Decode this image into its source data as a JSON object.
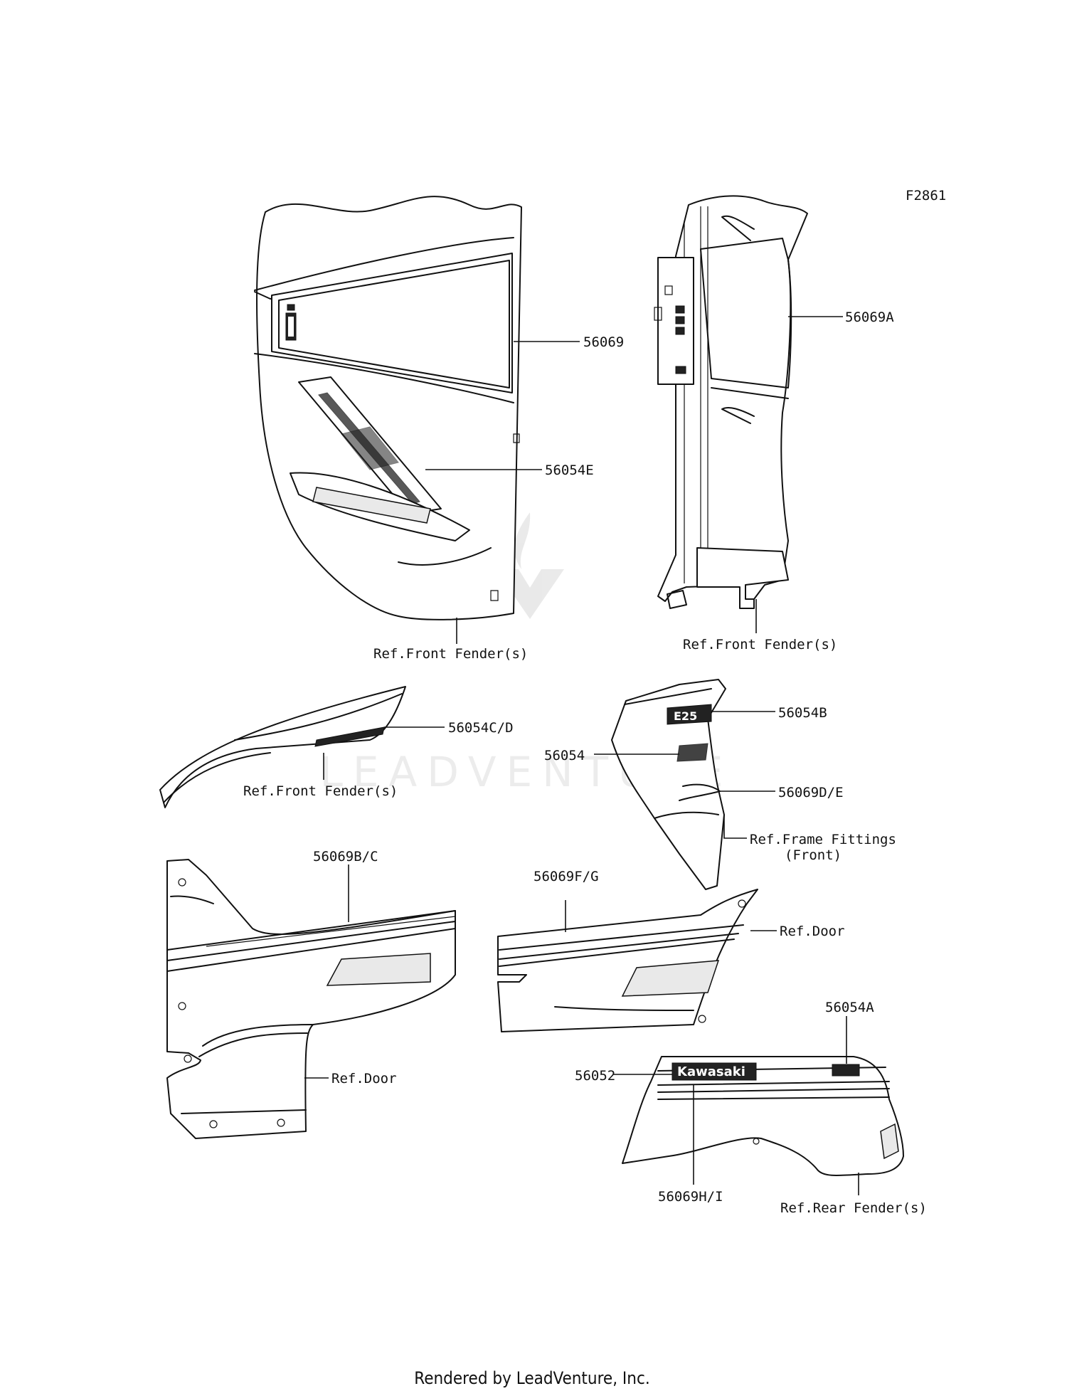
{
  "figure_id": "F2861",
  "callouts": {
    "p56069": "56069",
    "p56069A": "56069A",
    "p56054E": "56054E",
    "p56054CD": "56054C/D",
    "p56054B": "56054B",
    "p56054": "56054",
    "p56069DE": "56069D/E",
    "p56069BC": "56069B/C",
    "p56069FG": "56069F/G",
    "p56054A": "56054A",
    "p56052": "56052",
    "p56069HI": "56069H/I"
  },
  "references": {
    "front_fender_1": "Ref.Front Fender(s)",
    "front_fender_2": "Ref.Front Fender(s)",
    "front_fender_3": "Ref.Front Fender(s)",
    "frame_fittings_line1": "Ref.Frame Fittings",
    "frame_fittings_line2": "(Front)",
    "door_1": "Ref.Door",
    "door_2": "Ref.Door",
    "rear_fender": "Ref.Rear Fender(s)"
  },
  "decal_text": {
    "brand": "Kawasaki"
  },
  "watermark": "LEADVENTURE",
  "footer": "Rendered by LeadVenture, Inc."
}
